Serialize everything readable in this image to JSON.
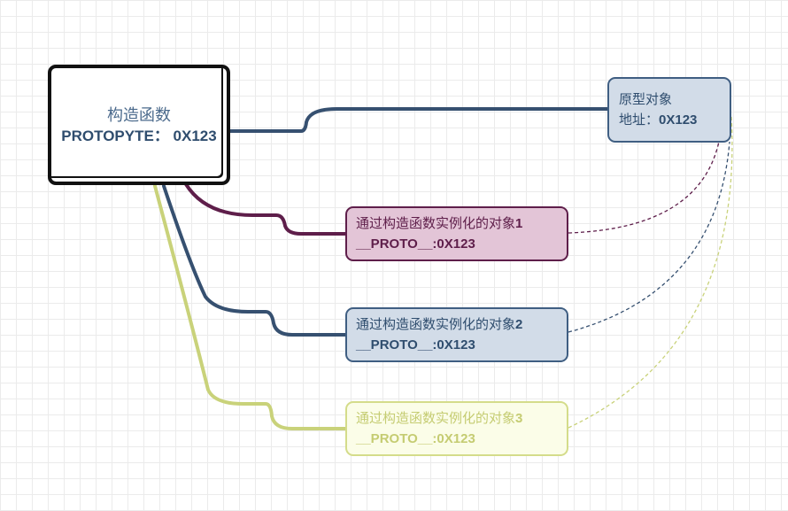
{
  "root": {
    "title": "构造函数",
    "prototype_line": "PROTOPYTE： 0X123"
  },
  "prototype_node": {
    "title": "原型对象",
    "address_label": "地址：",
    "address_value": "0X123"
  },
  "instances": [
    {
      "title": "通过构造函数实例化的对象",
      "index": "1",
      "proto": "__PROTO__:0X123"
    },
    {
      "title": "通过构造函数实例化的对象",
      "index": "2",
      "proto": "__PROTO__:0X123"
    },
    {
      "title": "通过构造函数实例化的对象",
      "index": "3",
      "proto": "__PROTO__:0X123"
    }
  ],
  "colors": {
    "navy": "#365070",
    "purple": "#5e1e4a",
    "olive": "#c9d27a",
    "grid": "#ebebeb"
  }
}
